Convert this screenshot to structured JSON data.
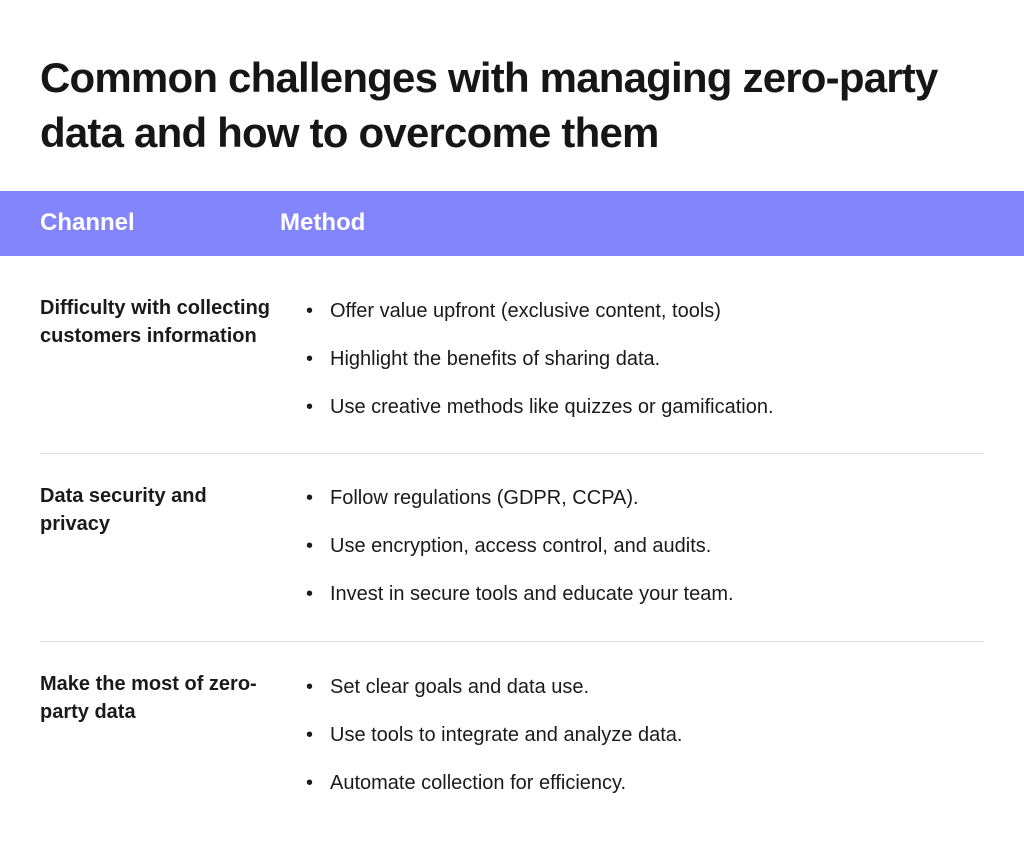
{
  "title": "Common challenges with managing zero-party data and how to overcome them",
  "header": {
    "color": "#8385fd",
    "col1": "Channel",
    "col2": "Method"
  },
  "rows": [
    {
      "channel": "Difficulty with collecting customers information",
      "methods": [
        "Offer value upfront (exclusive content, tools)",
        "Highlight the benefits of sharing data.",
        "Use creative methods like quizzes or gamification."
      ]
    },
    {
      "channel": "Data security and privacy",
      "methods": [
        "Follow regulations (GDPR, CCPA).",
        "Use encryption, access control, and audits.",
        "Invest in secure tools and educate your team."
      ]
    },
    {
      "channel": "Make the most of zero-party data",
      "methods": [
        "Set clear goals and data use.",
        "Use tools to integrate and analyze data.",
        "Automate collection for efficiency."
      ]
    }
  ]
}
